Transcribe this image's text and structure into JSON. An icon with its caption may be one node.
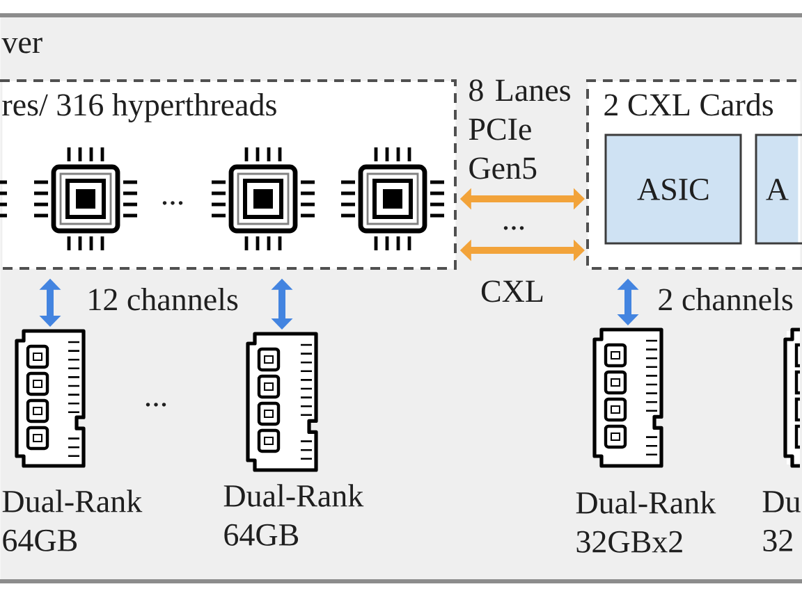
{
  "diagram": {
    "nodes": [
      {
        "text": [
          "ver"
        ]
      },
      {
        "text": [
          "res/ 316 hyperthreads"
        ],
        "in": 0
      },
      {
        "text": [
          "2 CXL Cards"
        ],
        "in": 0
      },
      {
        "text": [
          "ASIC"
        ],
        "in": 2
      },
      {
        "text": [
          "A"
        ],
        "in": 2
      },
      {
        "text": [],
        "shape": "picture",
        "in": 0,
        "beside": [
          "Dual-Rank 64GB"
        ]
      },
      {
        "text": [],
        "shape": "picture",
        "in": 0,
        "beside": [
          "Dual-Rank 64GB"
        ]
      },
      {
        "text": [],
        "shape": "picture",
        "in": 0,
        "beside": [
          "Dual-Rank 32GBx2"
        ]
      },
      {
        "text": [],
        "shape": "picture",
        "in": 0,
        "beside": [
          "Du 32"
        ]
      }
    ],
    "edges": [
      {
        "from": 1,
        "to": 2,
        "arrow": "both",
        "color": "#f2a33a"
      },
      {
        "from": 1,
        "to": 2,
        "arrow": "both",
        "color": "#f2a33a"
      },
      {
        "from": 1,
        "to": 5,
        "arrow": "both",
        "color": "#4384e0"
      },
      {
        "from": 1,
        "to": 6,
        "arrow": "both",
        "color": "#4384e0"
      },
      {
        "from": 2,
        "to": 7,
        "arrow": "both",
        "color": "#4384e0"
      }
    ],
    "labels": [
      "...",
      "8 Lanes PCIe Gen5",
      "...",
      "CXL",
      "12 channels",
      "2 channels",
      "..."
    ]
  }
}
